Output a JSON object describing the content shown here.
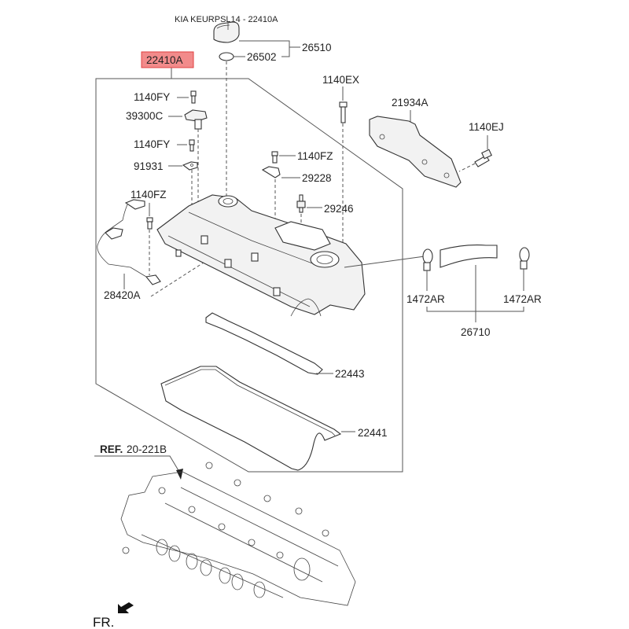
{
  "diagram": {
    "title": "KIA KEURPSL14 - 22410A",
    "highlight_color": "#f28b8b",
    "highlight_border": "#e04040",
    "main_part": "22410A",
    "labels": {
      "p26510": "26510",
      "p26502": "26502",
      "p1140EX": "1140EX",
      "p1140FY_a": "1140FY",
      "p39300C": "39300C",
      "p21934A": "21934A",
      "p1140EJ": "1140EJ",
      "p1140FY_b": "1140FY",
      "p1140FZ_a": "1140FZ",
      "p91931": "91931",
      "p29228": "29228",
      "p1140FZ_b": "1140FZ",
      "p29246": "29246",
      "p28420A": "28420A",
      "p1472AR_left": "1472AR",
      "p1472AR_right": "1472AR",
      "p26710": "26710",
      "p22443": "22443",
      "p22441": "22441"
    },
    "reference": {
      "prefix": "REF.",
      "code": "20-221B"
    },
    "front_indicator": "FR."
  }
}
